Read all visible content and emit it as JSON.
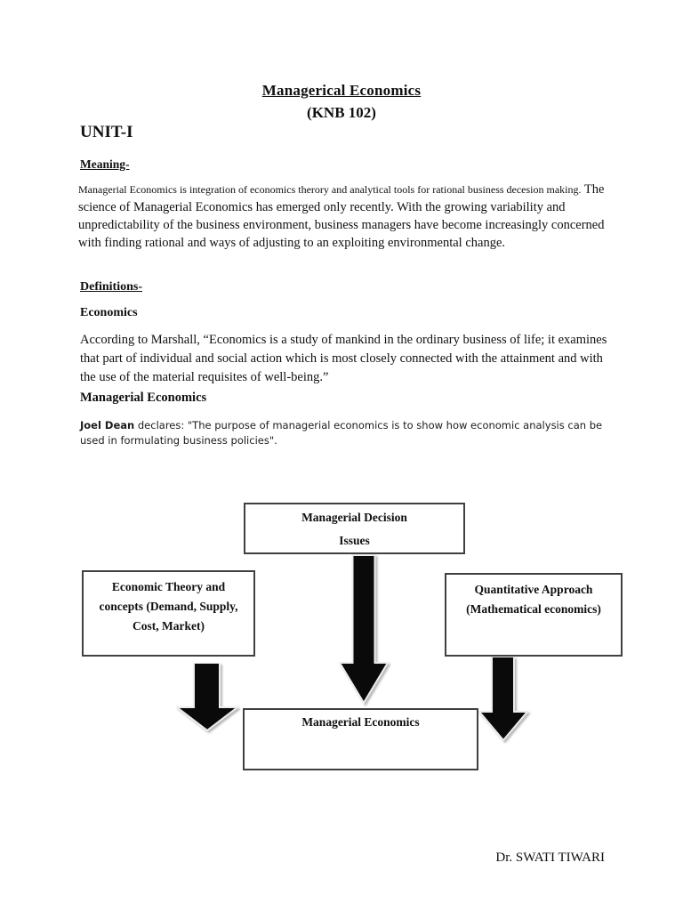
{
  "doc": {
    "title": "Managerical Economics",
    "course_code": "(KNB 102)",
    "unit_heading": "UNIT-I",
    "meaning_heading": "Meaning-",
    "meaning_lead": " Managerial Economics is integration of economics therory and analytical tools for rational business decesion making.",
    "meaning_rest": " The science of Managerial Economics has emerged only recently. With the growing variability and unpredictability of the business environment, business managers have become increasingly concerned with finding rational and ways of adjusting to an exploiting environmental change.",
    "definitions_heading": "Definitions-",
    "economics_heading": "Economics",
    "marshall_quote": "According to Marshall, “Economics is a study of mankind in the ordinary business of life; it examines that part of individual and social action which is most closely connected with the attainment and with the use of the material requisites of well-being.”",
    "managerial_heading": "Managerial Economics",
    "joel_name": "Joel Dean",
    "joel_rest": " declares: \"The purpose of managerial economics is to show how economic analysis can be used in formulating business policies\".",
    "author": "Dr. SWATI TIWARI"
  },
  "diagram": {
    "top_box_line1": "Managerial Decision",
    "top_box_line2": "Issues",
    "left_box_line1": "Economic Theory and",
    "left_box_line2": "concepts (Demand, Supply,",
    "left_box_line3": "Cost, Market)",
    "right_box_line1": "Quantitative Approach",
    "right_box_line2": "(Mathematical economics)",
    "bottom_box_label": "Managerial Economics",
    "arrow_icon": "down-block-arrow-icon"
  },
  "colors": {
    "page_bg": "#ffffff",
    "text": "#101010",
    "box_border": "#404040",
    "arrow_fill": "#0a0a0a",
    "arrow_outline": "#ededed"
  }
}
